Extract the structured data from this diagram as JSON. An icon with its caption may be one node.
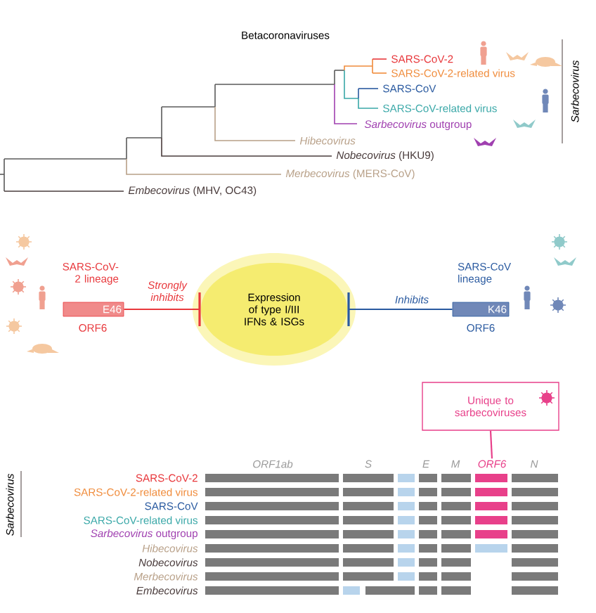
{
  "diagram": {
    "nodes": [
      {
        "text": [
          "E46"
        ],
        "beside": [
          "SARS-CoV-2 lineage",
          "ORF6"
        ]
      },
      {
        "text": [
          "Expression of type I/III IFNs & ISGs"
        ]
      },
      {
        "text": [
          "K46"
        ],
        "beside": [
          "SARS-CoV lineage",
          "ORF6"
        ]
      },
      {
        "text": [
          "Unique to sarbecoviruses"
        ]
      },
      {
        "text": [
          "ORF6"
        ]
      }
    ],
    "edges": [
      {
        "from": 0,
        "to": 1,
        "arrow": "other",
        "label": "Strongly inhibits",
        "color": "#e8383c"
      },
      {
        "from": 2,
        "to": 1,
        "arrow": "other",
        "label": "Inhibits",
        "color": "#2a5aa0"
      },
      {
        "from": 3,
        "to": 4,
        "arrow": "none",
        "color": "#e8408a"
      }
    ],
    "labels": [
      "Betacoronaviruses",
      "SARS-CoV-2",
      "SARS-CoV-2-related virus",
      "SARS-CoV",
      "SARS-CoV-related virus",
      "*Sarbecovirus* outgroup",
      "Hibecovirus",
      "*Nobecovirus* (HKU9)",
      "*Merbecovirus* (MERS-CoV)",
      "*Embecovirus* (MHV, OC43)",
      "Sarbecovirus",
      "ORF1ab",
      "S",
      "E",
      "M",
      "N",
      "SARS-CoV-2",
      "SARS-CoV-2-related virus",
      "SARS-CoV",
      "SARS-CoV-related virus",
      "*Sarbecovirus* outgroup",
      "Hibecovirus",
      "Nobecovirus",
      "Merbecovirus",
      "Embecovirus",
      "Sarbecovirus"
    ]
  }
}
